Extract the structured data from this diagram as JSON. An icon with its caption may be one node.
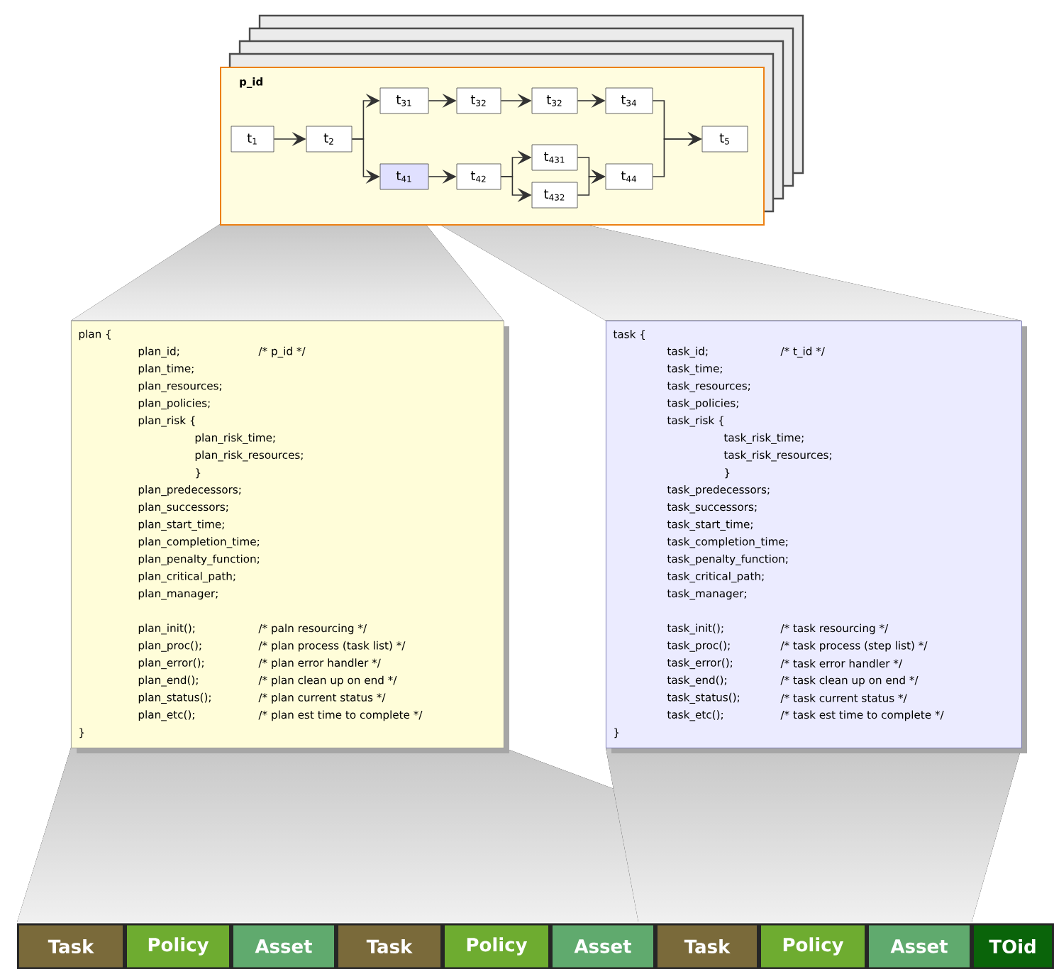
{
  "diagram": {
    "nodes": [
      {
        "text": [
          "p_id"
        ]
      },
      {
        "text": [
          "t$_{1}$"
        ],
        "in": 0
      },
      {
        "text": [
          "t$_{2}$"
        ],
        "in": 0
      },
      {
        "text": [
          "t$_{31}$"
        ],
        "in": 0
      },
      {
        "text": [
          "t$_{32}$"
        ],
        "in": 0
      },
      {
        "text": [
          "t$_{32}$"
        ],
        "in": 0
      },
      {
        "text": [
          "t$_{34}$"
        ],
        "in": 0
      },
      {
        "text": [
          "t$_{41}$"
        ],
        "in": 0
      },
      {
        "text": [
          "t$_{42}$"
        ],
        "in": 0
      },
      {
        "text": [
          "t$_{431}$"
        ],
        "in": 0
      },
      {
        "text": [
          "t$_{432}$"
        ],
        "in": 0
      },
      {
        "text": [
          "t$_{44}$"
        ],
        "in": 0
      },
      {
        "text": [
          "t$_{5}$"
        ],
        "in": 0
      },
      {
        "text": [
          "plan {",
          "plan_id;",
          "/* p_id */",
          "plan_time;",
          "plan_resources;",
          "plan_policies;",
          "plan_risk {",
          "plan_risk_time;",
          "plan_risk_resources;",
          "}",
          "plan_predecessors;",
          "plan_successors;",
          "plan_start_time;",
          "plan_completion_time;",
          "plan_penalty_function;",
          "plan_critical_path;",
          "plan_manager;",
          "plan_init();",
          "/* paln resourcing */",
          "plan_proc();",
          "/* plan process (task list) */",
          "plan_error();",
          "/* plan error handler */",
          "plan_end();",
          "/* plan clean up on end */",
          "plan_status();",
          "/* plan current status */",
          "plan_etc();",
          "/* plan est time to complete */",
          "}"
        ]
      },
      {
        "text": [
          "task {",
          "task_id;",
          "/* t_id */",
          "task_time;",
          "task_resources;",
          "task_policies;",
          "task_risk {",
          "task_risk_time;",
          "task_risk_resources;",
          "}",
          "task_predecessors;",
          "task_successors;",
          "task_start_time;",
          "task_completion_time;",
          "task_penalty_function;",
          "task_critical_path;",
          "task_manager;",
          "task_init();",
          "/* task resourcing */",
          "task_proc();",
          "/* task process (step list) */",
          "task_error();",
          "/* task error handler */",
          "task_end();",
          "/* task clean up on end */",
          "task_status();",
          "/* task current status */",
          "task_etc();",
          "/* task est time to complete */",
          "}"
        ]
      },
      {
        "text": [
          "Task"
        ]
      },
      {
        "text": [
          "Policy"
        ]
      },
      {
        "text": [
          "Asset"
        ]
      },
      {
        "text": [
          "Task"
        ]
      },
      {
        "text": [
          "Policy"
        ]
      },
      {
        "text": [
          "Asset"
        ]
      },
      {
        "text": [
          "Task"
        ]
      },
      {
        "text": [
          "Policy"
        ]
      },
      {
        "text": [
          "Asset"
        ]
      },
      {
        "text": [
          "TOid"
        ]
      }
    ],
    "edges": [
      {
        "from": 1,
        "to": 2,
        "arrow": "to"
      },
      {
        "from": 2,
        "to": 3,
        "arrow": "to"
      },
      {
        "from": 2,
        "to": 7,
        "arrow": "to"
      },
      {
        "from": 3,
        "to": 4,
        "arrow": "to"
      },
      {
        "from": 4,
        "to": 5,
        "arrow": "to"
      },
      {
        "from": 5,
        "to": 6,
        "arrow": "to"
      },
      {
        "from": 6,
        "to": 12,
        "arrow": "to"
      },
      {
        "from": 7,
        "to": 8,
        "arrow": "to"
      },
      {
        "from": 8,
        "to": 9,
        "arrow": "to"
      },
      {
        "from": 8,
        "to": 10,
        "arrow": "to"
      },
      {
        "from": 9,
        "to": 11,
        "arrow": "to"
      },
      {
        "from": 10,
        "to": 11,
        "arrow": "to"
      },
      {
        "from": 11,
        "to": 12,
        "arrow": "to"
      }
    ]
  }
}
